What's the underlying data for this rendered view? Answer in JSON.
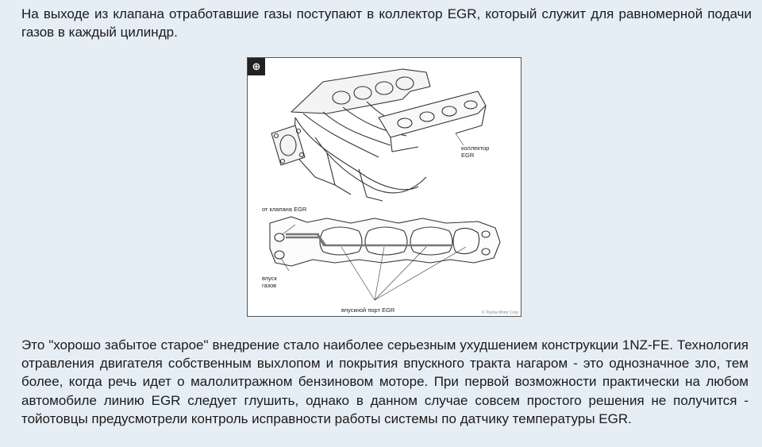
{
  "paragraph_top": "На выходе из клапана отработавшие газы поступают в коллектор EGR, который служит для равномерной подачи газов в каждый цилиндр.",
  "figure": {
    "zoom_icon": "zoom-in-icon",
    "zoom_glyph": "⊕",
    "labels": {
      "kollektor_line1": "коллектор",
      "kollektor_line2": "EGR",
      "ot_klapana": "от клапана EGR",
      "vpusk_line1": "впуск",
      "vpusk_line2": "газов",
      "vpusknoy_port": "впускной порт EGR"
    },
    "watermark": "© Toyota Motor Corp"
  },
  "paragraph_bottom": "Это \"хорошо забытое старое\" внедрение стало наиболее серьезным ухудшением конструкции 1NZ-FE. Технология отравления двигателя собственным выхлопом и покрытия впускного тракта нагаром - это однозначное зло, тем более, когда речь идет о малолитражном бензиновом моторе. При первой возможности практически на любом автомобиле линию EGR следует глушить, однако в данном случае совсем простого решения не получится - тойотовцы предусмотрели контроль исправности работы системы по датчику температуры EGR."
}
